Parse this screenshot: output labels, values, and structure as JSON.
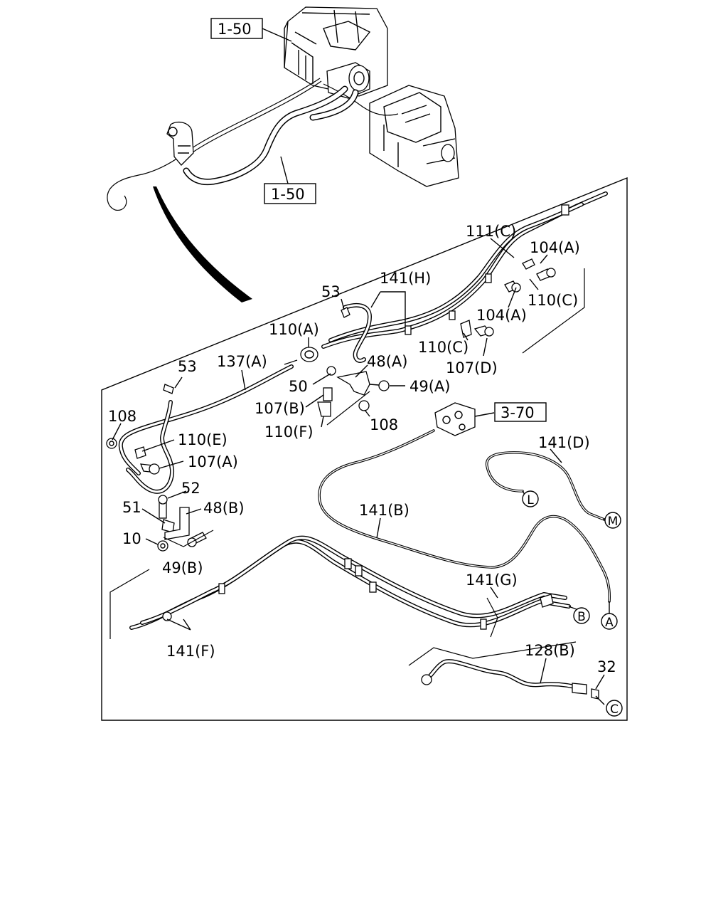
{
  "refs": {
    "top_unit": "1-50",
    "top_hose": "1-50",
    "valve": "3-70"
  },
  "labels": {
    "l111c": "111(C)",
    "l104a_1": "104(A)",
    "l53_1": "53",
    "l141h": "141(H)",
    "l110c_1": "110(C)",
    "l104a_2": "104(A)",
    "l110a": "110(A)",
    "l110c_2": "110(C)",
    "l137a": "137(A)",
    "l48a": "48(A)",
    "l107d": "107(D)",
    "l53_2": "53",
    "l50": "50",
    "l49a": "49(A)",
    "l107b": "107(B)",
    "l108_1": "108",
    "l110f": "110(F)",
    "l108_2": "108",
    "l110e": "110(E)",
    "l107a": "107(A)",
    "l141d": "141(D)",
    "l52": "52",
    "l51": "51",
    "l48b": "48(B)",
    "l141b": "141(B)",
    "l10": "10",
    "l49b": "49(B)",
    "l141g": "141(G)",
    "l141f": "141(F)",
    "l128b": "128(B)",
    "l32": "32"
  },
  "connectors": {
    "L": "L",
    "M": "M",
    "A": "A",
    "B": "B",
    "C": "C"
  }
}
